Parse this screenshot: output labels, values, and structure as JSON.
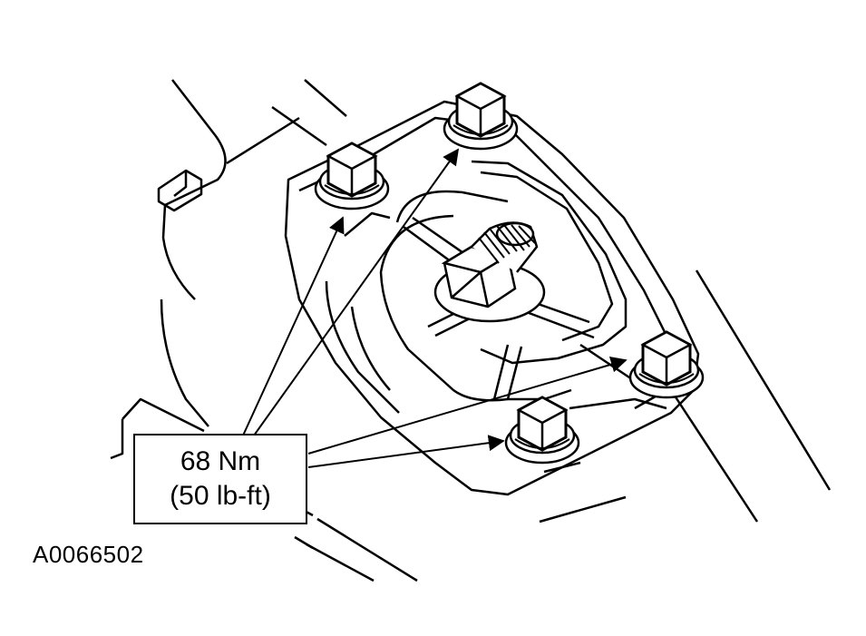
{
  "callout": {
    "torque_metric": "68 Nm",
    "torque_imperial": "(50 lb-ft)"
  },
  "figure_id": "A0066502",
  "colors": {
    "line": "#000000",
    "background": "#ffffff"
  },
  "bolts": [
    {
      "name": "bolt-upper-left"
    },
    {
      "name": "bolt-upper-right"
    },
    {
      "name": "bolt-lower-right"
    },
    {
      "name": "bolt-lower-center"
    }
  ]
}
